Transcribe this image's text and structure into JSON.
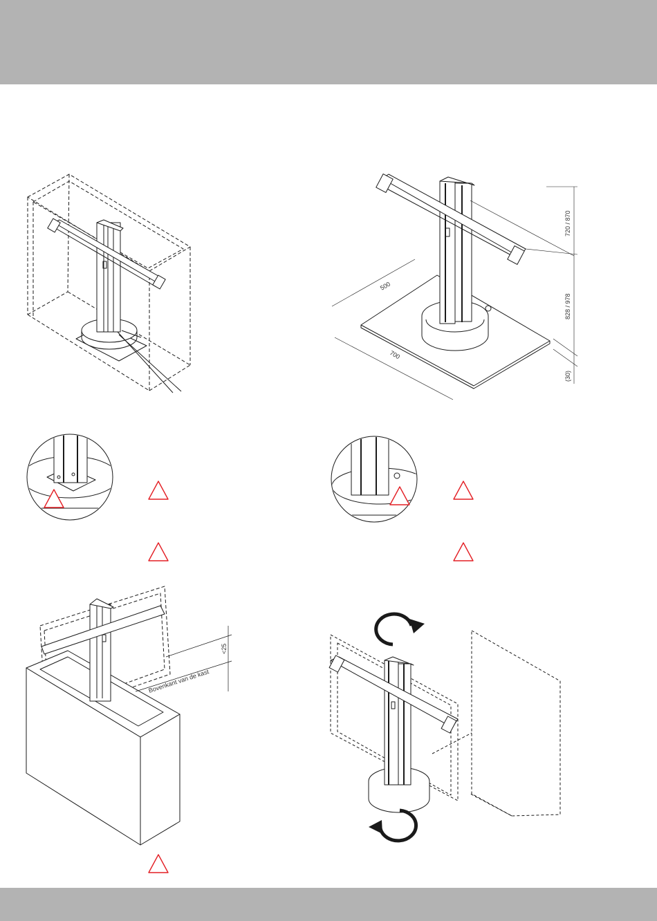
{
  "colors": {
    "band": "#b3b3b3",
    "line": "#1a1a1a",
    "warning": "#e31e24",
    "base": "#f2f2f2"
  },
  "dimensions": {
    "depth": "500",
    "width": "700",
    "height_upper": "720 / 870",
    "height_lower": "828 / 978",
    "plate_thickness": "(30)",
    "max_gap": "<25"
  },
  "labels": {
    "cabinet_top": "Bovenkant van de kast"
  },
  "icons": {
    "warning": "warning-triangle-icon",
    "rotate_cw": "rotate-clockwise-arrow-icon",
    "rotate_ccw": "rotate-counterclockwise-arrow-icon"
  }
}
